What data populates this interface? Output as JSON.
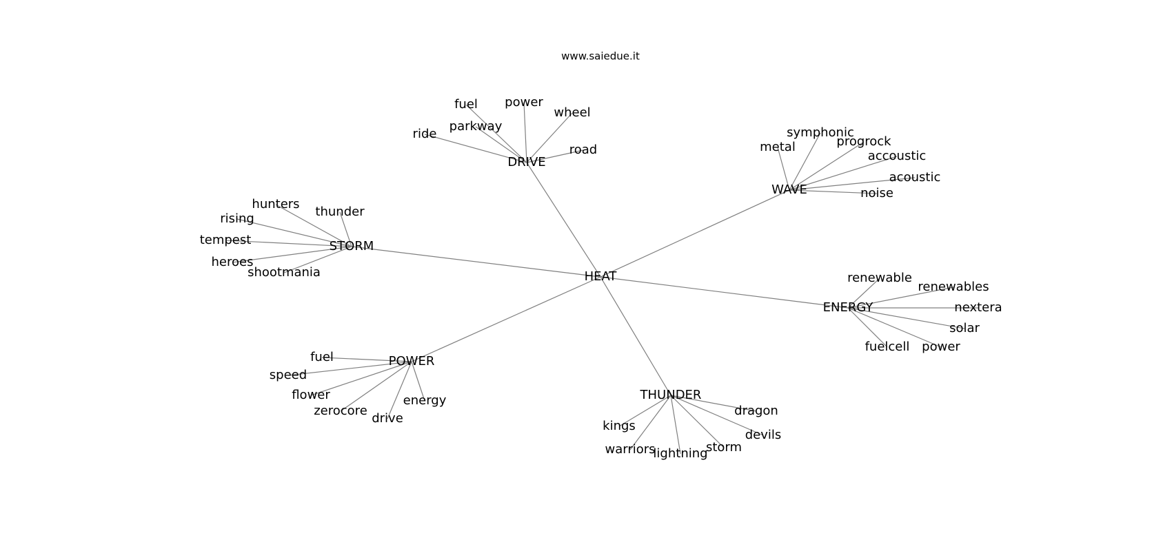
{
  "credit": "www.saiedue.it",
  "graph": {
    "center": "HEAT",
    "hubs": [
      {
        "id": "DRIVE",
        "children": [
          "fuel",
          "power",
          "wheel",
          "parkway",
          "ride",
          "road"
        ]
      },
      {
        "id": "WAVE",
        "children": [
          "symphonic",
          "metal",
          "progrock",
          "accoustic",
          "acoustic",
          "noise"
        ]
      },
      {
        "id": "STORM",
        "children": [
          "hunters",
          "thunder",
          "rising",
          "tempest",
          "heroes",
          "shootmania"
        ]
      },
      {
        "id": "ENERGY",
        "children": [
          "renewable",
          "renewables",
          "nextera",
          "solar",
          "fuelcell",
          "power"
        ]
      },
      {
        "id": "POWER",
        "children": [
          "fuel",
          "speed",
          "flower",
          "zerocore",
          "drive",
          "energy"
        ]
      },
      {
        "id": "THUNDER",
        "children": [
          "dragon",
          "kings",
          "devils",
          "warriors",
          "lightning",
          "storm"
        ]
      }
    ]
  }
}
